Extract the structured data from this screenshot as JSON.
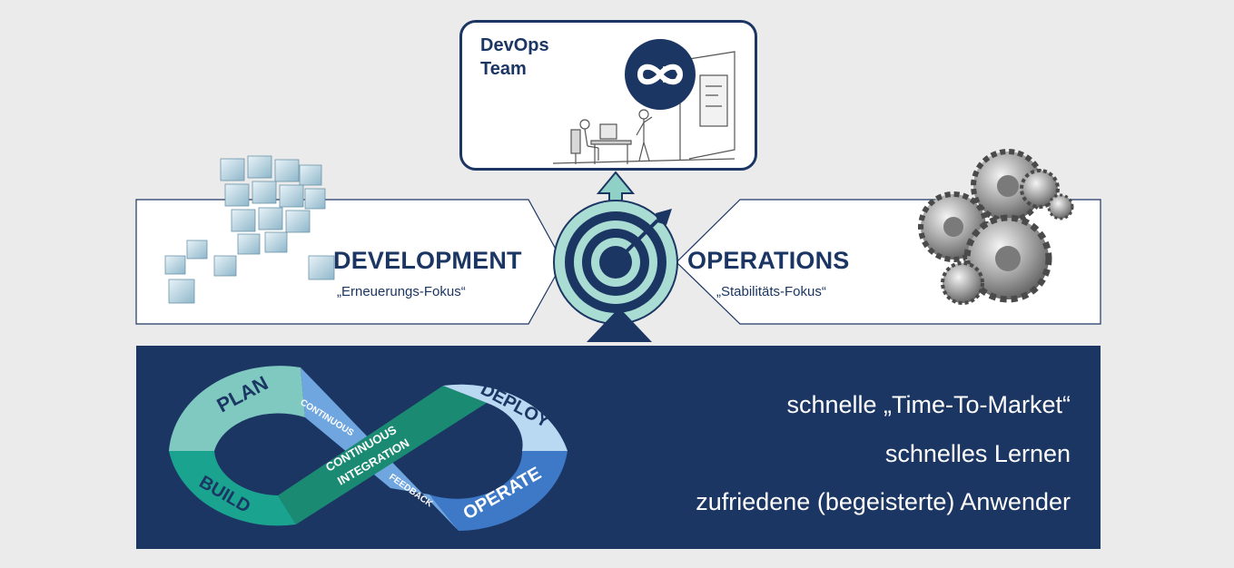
{
  "team": {
    "title_line1": "DevOps",
    "title_line2": "Team",
    "icon": "devops-infinity-icon"
  },
  "development": {
    "title": "DEVELOPMENT",
    "subtitle": "„Erneuerungs-Fokus“",
    "icon": "cubes-icon"
  },
  "operations": {
    "title": "OPERATIONS",
    "subtitle": "„Stabilitäts-Fokus“",
    "icon": "gears-icon"
  },
  "center": {
    "icon": "target-arrow-icon"
  },
  "loop": {
    "plan": "PLAN",
    "build": "BUILD",
    "continuous": "CONTINUOUS",
    "integration_line1": "CONTINUOUS",
    "integration_line2": "INTEGRATION",
    "feedback": "FEEDBACK",
    "deploy": "DEPLOY",
    "operate": "OPERATE"
  },
  "benefits": [
    "schnelle „Time-To-Market“",
    "schnelles Lernen",
    "zufriedene (begeisterte) Anwender"
  ],
  "colors": {
    "navy": "#1c3664",
    "teal_light": "#7fc9c0",
    "teal": "#1aa48f",
    "sky": "#b9d8f2",
    "blue": "#3d79c7"
  }
}
